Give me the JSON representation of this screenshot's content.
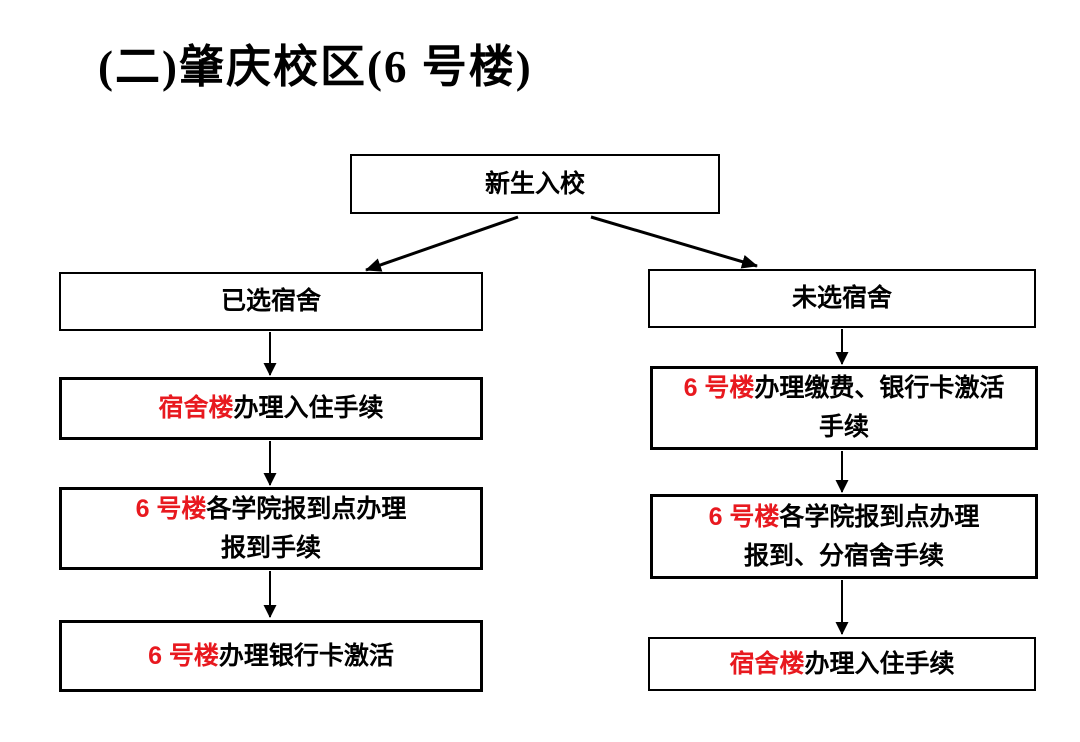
{
  "title": "(二)肇庆校区(6 号楼)",
  "colors": {
    "background": "#ffffff",
    "box_border": "#000000",
    "text": "#000000",
    "highlight_red": "#e8191f"
  },
  "flow": {
    "root_label": "新生入校",
    "left_branch": {
      "header": "已选宿舍",
      "step1": {
        "highlight": "宿舍楼",
        "rest": "办理入住手续"
      },
      "step2": {
        "highlight": "6 号楼",
        "rest": "各学院报到点办理",
        "line2": "报到手续"
      },
      "step3": {
        "highlight": "6 号楼",
        "rest": "办理银行卡激活"
      }
    },
    "right_branch": {
      "header": "未选宿舍",
      "step1": {
        "highlight": "6 号楼",
        "rest": "办理缴费、银行卡激活",
        "line2": "手续"
      },
      "step2": {
        "highlight": "6 号楼",
        "rest": "各学院报到点办理",
        "line2": "报到、分宿舍手续"
      },
      "step3": {
        "highlight": "宿舍楼",
        "rest": "办理入住手续"
      }
    }
  }
}
